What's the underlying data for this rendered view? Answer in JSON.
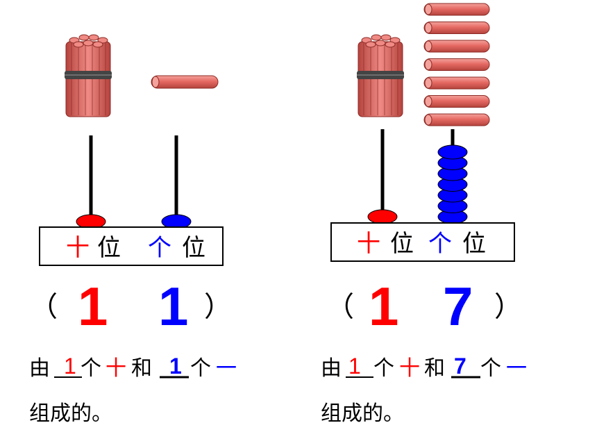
{
  "colors": {
    "tens": "#ff0000",
    "ones": "#0000ff",
    "stick": "#e66a64",
    "stick_dark": "#9e2f2a",
    "text": "#000000"
  },
  "panels": [
    {
      "tens_label": "十",
      "tens_suffix": "位",
      "ones_label": "个",
      "ones_suffix": "位",
      "paren_open": "（",
      "paren_close": "）",
      "tens_digit": "1",
      "ones_digit": "1",
      "tens_beads": 1,
      "ones_beads": 1,
      "loose_sticks": 1,
      "sentence": {
        "p1": "由",
        "blank1": "1",
        "p2": "个",
        "w_ten": "十",
        "p3": "和",
        "blank2": "1",
        "p4": "个",
        "w_one": "一",
        "line2": "组成的。"
      }
    },
    {
      "tens_label": "十",
      "tens_suffix": "位",
      "ones_label": "个",
      "ones_suffix": "位",
      "paren_open": "（",
      "paren_close": "）",
      "tens_digit": "1",
      "ones_digit": "7",
      "tens_beads": 1,
      "ones_beads": 7,
      "loose_sticks": 7,
      "sentence": {
        "p1": "由",
        "blank1": "1",
        "p2": "个",
        "w_ten": "十",
        "p3": "和",
        "blank2": "7",
        "p4": "个",
        "w_one": "一",
        "line2": "组成的。"
      }
    }
  ]
}
